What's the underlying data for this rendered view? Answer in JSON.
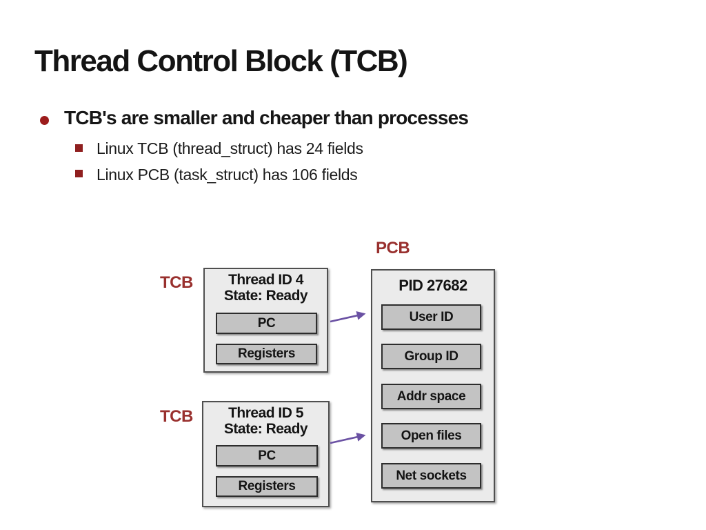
{
  "slide": {
    "title": "Thread Control Block (TCB)",
    "bullets": {
      "main": "TCB's are smaller and cheaper than processes",
      "sub": [
        "Linux TCB (thread_struct) has 24 fields",
        "Linux PCB (task_struct) has 106 fields"
      ]
    }
  },
  "diagram": {
    "labels": {
      "tcb1": "TCB",
      "tcb2": "TCB",
      "pcb": "PCB"
    },
    "tcb1": {
      "title_line1": "Thread ID 4",
      "title_line2": "State: Ready",
      "fields": [
        "PC",
        "Registers"
      ]
    },
    "tcb2": {
      "title_line1": "Thread ID 5",
      "title_line2": "State: Ready",
      "fields": [
        "PC",
        "Registers"
      ]
    },
    "pcb": {
      "title": "PID 27682",
      "fields": [
        "User ID",
        "Group ID",
        "Addr space",
        "Open files",
        "Net sockets"
      ]
    }
  },
  "colors": {
    "accent_dark_red": "#99302e",
    "bullet_marker_red": "#9c1c1c",
    "arrow_purple": "#6a51a3",
    "outer_box_fill": "#ebebeb",
    "outer_box_border": "#4f4f4f",
    "inner_box_fill": "#c3c3c3",
    "inner_box_border": "#2d2d2d",
    "text_black": "#141414"
  }
}
